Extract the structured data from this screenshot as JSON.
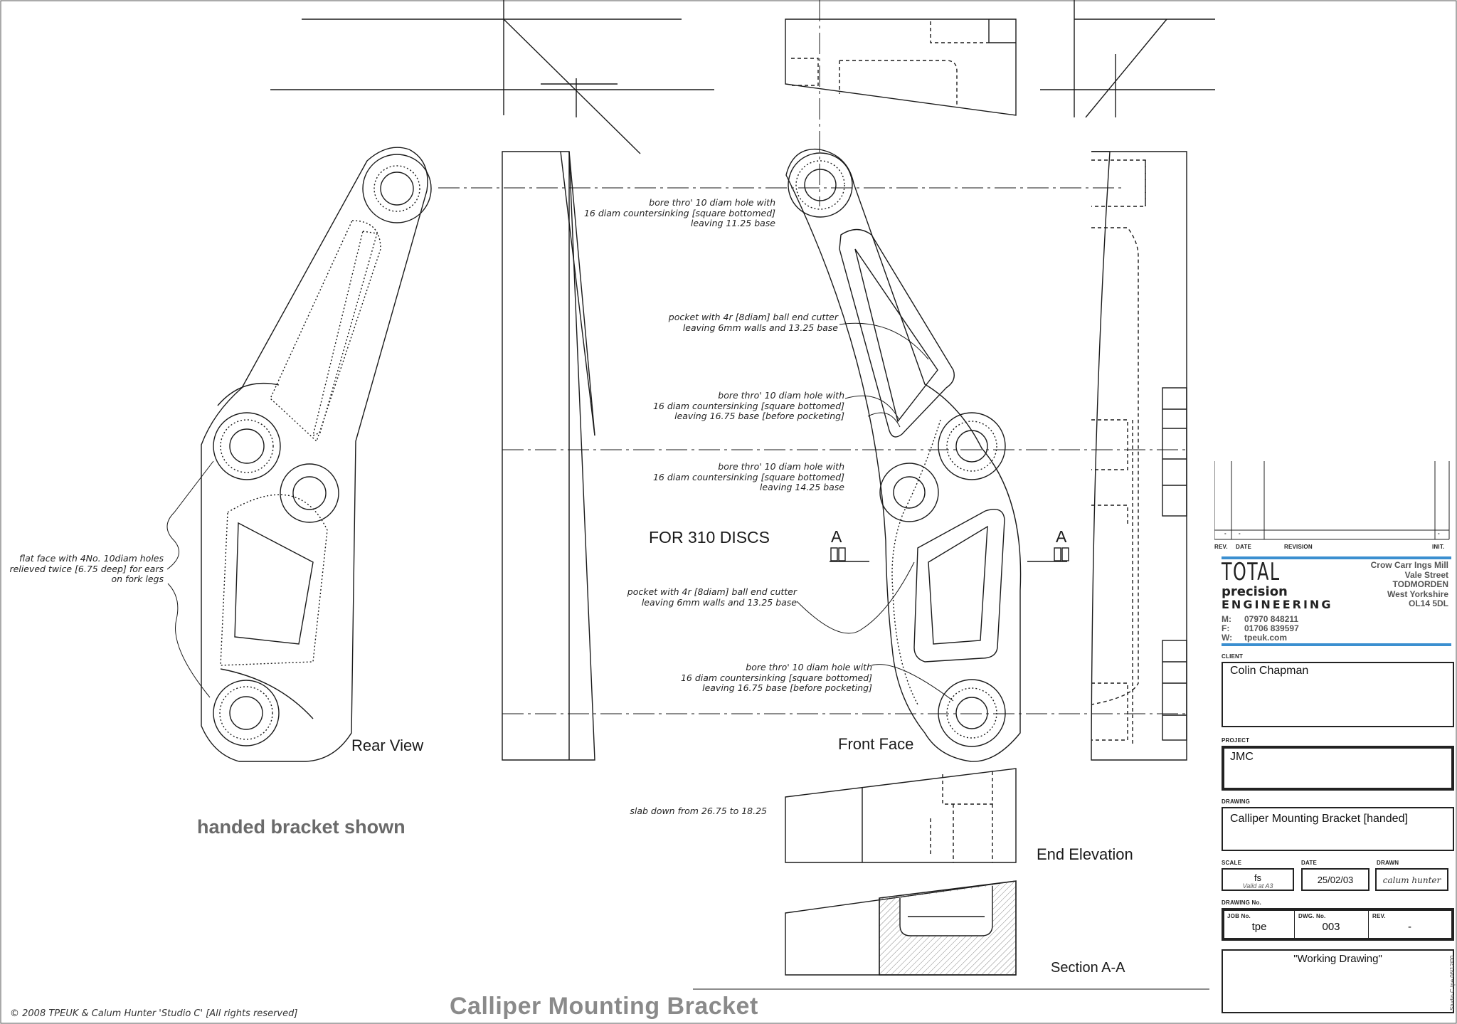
{
  "drawing": {
    "view_labels": {
      "rear_view": "Rear View",
      "front_face": "Front Face",
      "end_elevation": "End Elevation",
      "section_aa": "Section A-A",
      "for_discs": "FOR 310 DISCS",
      "section_marker_left": "A",
      "section_marker_right": "A"
    },
    "notes": {
      "bore_top": "bore thro' 10 diam hole with\n16 diam countersinking [square bottomed]\nleaving 11.25 base",
      "pocket_upper": "pocket with 4r [8diam] ball end cutter\nleaving 6mm walls and 13.25 base",
      "bore_mid": "bore thro' 10 diam hole with\n16 diam countersinking [square bottomed]\nleaving 16.75 base [before pocketing]",
      "bore_center": "bore thro' 10 diam hole with\n16 diam countersinking [square bottomed]\nleaving 14.25 base",
      "pocket_lower": "pocket with 4r [8diam] ball end cutter\nleaving 6mm walls and 13.25 base",
      "bore_bottom": "bore thro' 10 diam hole with\n16 diam countersinking [square bottomed]\nleaving 16.75 base [before pocketing]",
      "flat_face": "flat face with 4No. 10diam holes\nrelieved twice [6.75 deep] for ears\non fork legs",
      "slab": "slab down from 26.75 to 18.25"
    },
    "subtitle": "handed bracket shown",
    "title": "Calliper Mounting Bracket",
    "copyright": "©  2008 TPEUK & Calum Hunter  'Studio C'  [All rights reserved]"
  },
  "title_block": {
    "revision_headers": {
      "rev": "REV.",
      "date": "DATE",
      "revision": "REVISION",
      "init": "INIT."
    },
    "revision_row": {
      "rev": "-",
      "date": "-",
      "init": "-"
    },
    "company": {
      "logo_line1": "TOTAL",
      "logo_line2": "precision",
      "logo_line3": "ENGINEERING",
      "address": [
        "Crow Carr Ings Mill",
        "Vale Street",
        "TODMORDEN",
        "West Yorkshire",
        "OL14 5DL"
      ],
      "mobile_label": "M:",
      "mobile": "07970 848211",
      "fax_label": "F:",
      "fax": "01706 839597",
      "web_label": "W:",
      "web": "tpeuk.com"
    },
    "client_label": "CLIENT",
    "client": "Colin Chapman",
    "project_label": "PROJECT",
    "project": "JMC",
    "drawing_label": "DRAWING",
    "drawing": "Calliper Mounting Bracket [handed]",
    "scale_label": "SCALE",
    "scale": "fs",
    "scale_note": "Valid at A3",
    "date_label": "DATE",
    "date": "25/02/03",
    "drawn_label": "DRAWN",
    "drawn": "calum hunter",
    "drawing_no_label": "DRAWING No.",
    "job_no_label": "JOB No.",
    "job_no": "tpe",
    "dwg_no_label": "DWG. No.",
    "dwg_no": "003",
    "rev_label": "REV.",
    "rev": "-",
    "status": "\"Working Drawing\"",
    "side_text": "Studio C  tpe        06/12/00"
  },
  "colors": {
    "line": "#1a1a1a",
    "accent_blue": "#3b8fd0",
    "title_gray": "#8a8a8a"
  }
}
